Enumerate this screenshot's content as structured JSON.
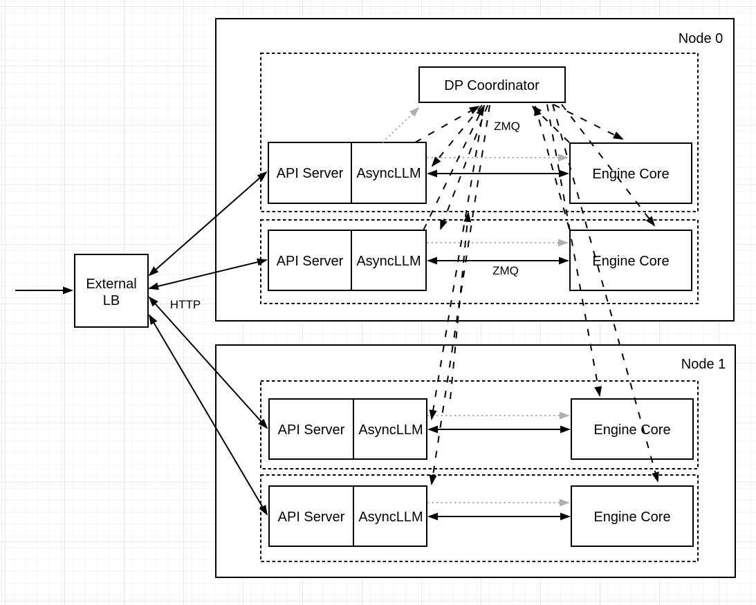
{
  "diagram": {
    "external_lb": {
      "label_line1": "External",
      "label_line2": "LB"
    },
    "labels": {
      "http": "HTTP",
      "zmq_row1": "ZMQ",
      "zmq_row2": "ZMQ"
    },
    "dp_coordinator": {
      "label": "DP Coordinator"
    },
    "nodes": [
      {
        "label": "Node 0",
        "rows": [
          {
            "api_server": "API Server",
            "async_llm": "AsyncLLM",
            "engine_core": "Engine Core"
          },
          {
            "api_server": "API Server",
            "async_llm": "AsyncLLM",
            "engine_core": "Engine Core"
          }
        ]
      },
      {
        "label": "Node 1",
        "rows": [
          {
            "api_server": "API Server",
            "async_llm": "AsyncLLM",
            "engine_core": "Engine Core"
          },
          {
            "api_server": "API Server",
            "async_llm": "AsyncLLM",
            "engine_core": "Engine Core"
          }
        ]
      }
    ],
    "colors": {
      "stroke": "#000000",
      "gray_arrow": "#b0b0b0",
      "background": "#ffffff",
      "grid_minor": "#f4f5f6",
      "grid_major": "#e7e9eb"
    }
  }
}
